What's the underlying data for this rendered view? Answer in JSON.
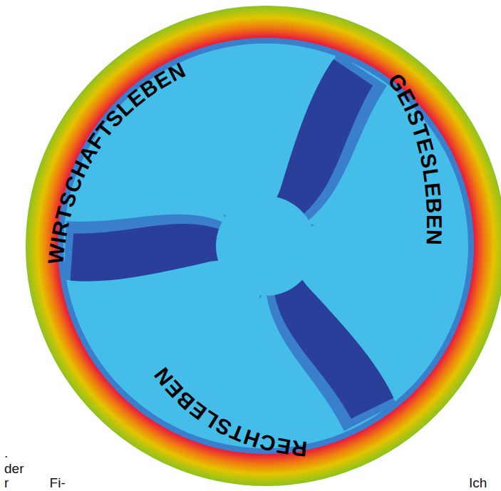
{
  "diagram": {
    "labels": [
      "WIRTSCHAFTSLEBEN",
      "GEISTESLEBEN",
      "RECHTSLEBEN",
      ".",
      "der",
      "r Fi-",
      "Ich"
    ]
  }
}
